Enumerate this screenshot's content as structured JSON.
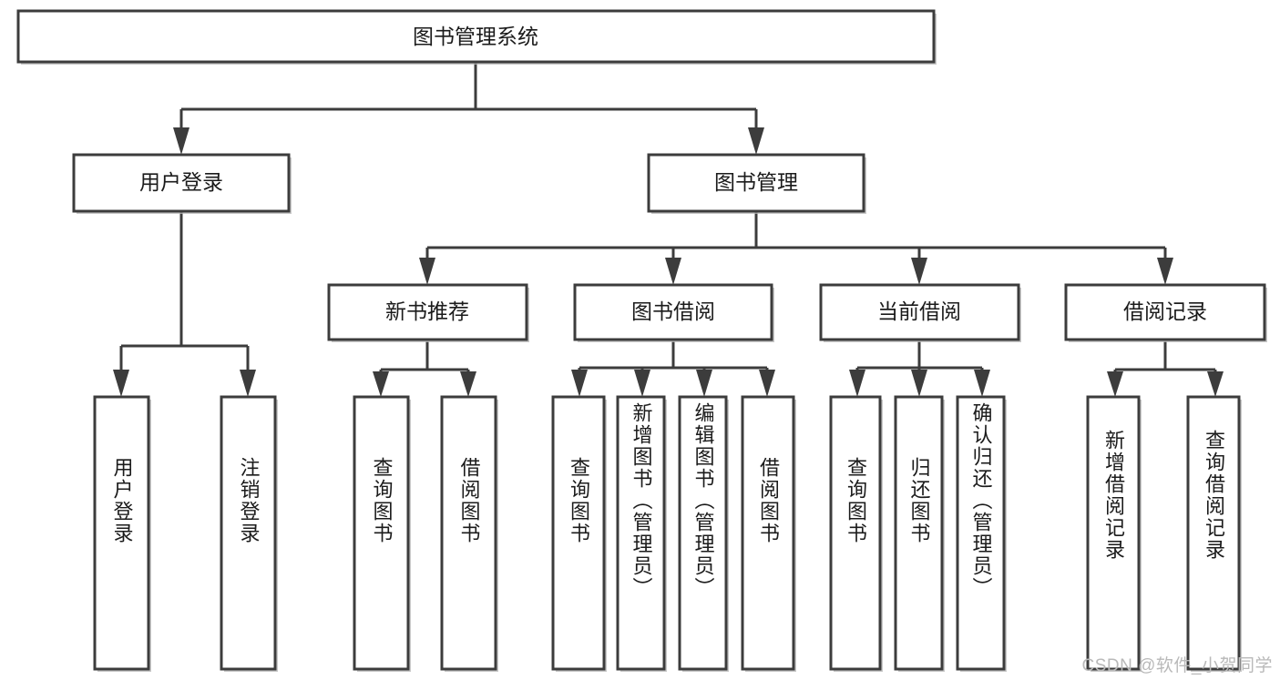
{
  "diagram": {
    "title": "图书管理系统",
    "type": "hierarchy-tree",
    "colors": {
      "box_stroke": "#3c3c3c",
      "box_fill": "#ffffff",
      "text": "#1b1b1b",
      "watermark": "#b9b9b9",
      "background": "#ffffff"
    },
    "root": {
      "label": "图书管理系统"
    },
    "level2": [
      {
        "label": "用户登录"
      },
      {
        "label": "图书管理"
      }
    ],
    "level3": [
      {
        "label": "新书推荐"
      },
      {
        "label": "图书借阅"
      },
      {
        "label": "当前借阅"
      },
      {
        "label": "借阅记录"
      }
    ],
    "leaves": {
      "user_login": [
        {
          "label": "用户登录"
        },
        {
          "label": "注销登录"
        }
      ],
      "new_book_recommend": [
        {
          "label": "查询图书"
        },
        {
          "label": "借阅图书"
        }
      ],
      "book_borrow": [
        {
          "label": "查询图书"
        },
        {
          "label": "新增图书（管理员）"
        },
        {
          "label": "编辑图书（管理员）"
        },
        {
          "label": "借阅图书"
        }
      ],
      "current_borrow": [
        {
          "label": "查询图书"
        },
        {
          "label": "归还图书"
        },
        {
          "label": "确认归还（管理员）"
        }
      ],
      "borrow_record": [
        {
          "label": "新增借阅记录"
        },
        {
          "label": "查询借阅记录"
        }
      ]
    }
  },
  "watermark": {
    "text": "CSDN @软件_小贺同学"
  }
}
